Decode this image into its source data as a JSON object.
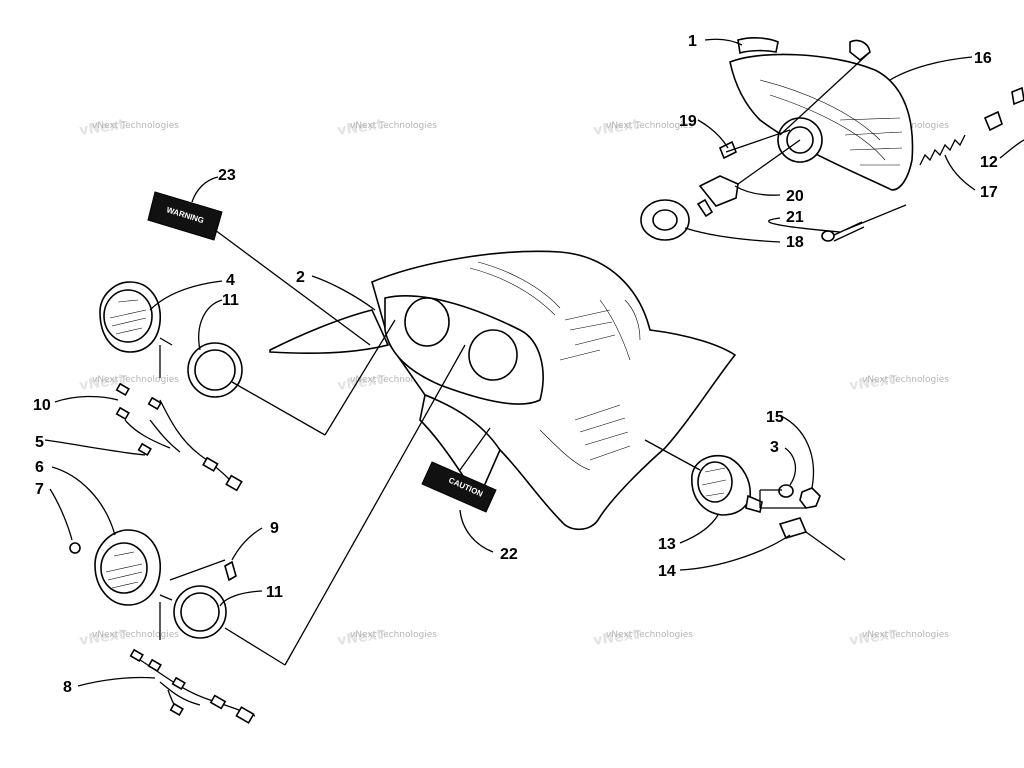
{
  "watermark": "vNext Technologies",
  "callouts": {
    "c1": "1",
    "c2": "2",
    "c3": "3",
    "c4": "4",
    "c5": "5",
    "c6": "6",
    "c7": "7",
    "c8": "8",
    "c9": "9",
    "c10": "10",
    "c11a": "11",
    "c11b": "11",
    "c12": "12",
    "c13": "13",
    "c14": "14",
    "c15": "15",
    "c16": "16",
    "c17": "17",
    "c18": "18",
    "c19": "19",
    "c20": "20",
    "c21": "21",
    "c22": "22",
    "c23": "23"
  },
  "decals": {
    "caution": "CAUTION",
    "warning": "WARNING"
  }
}
